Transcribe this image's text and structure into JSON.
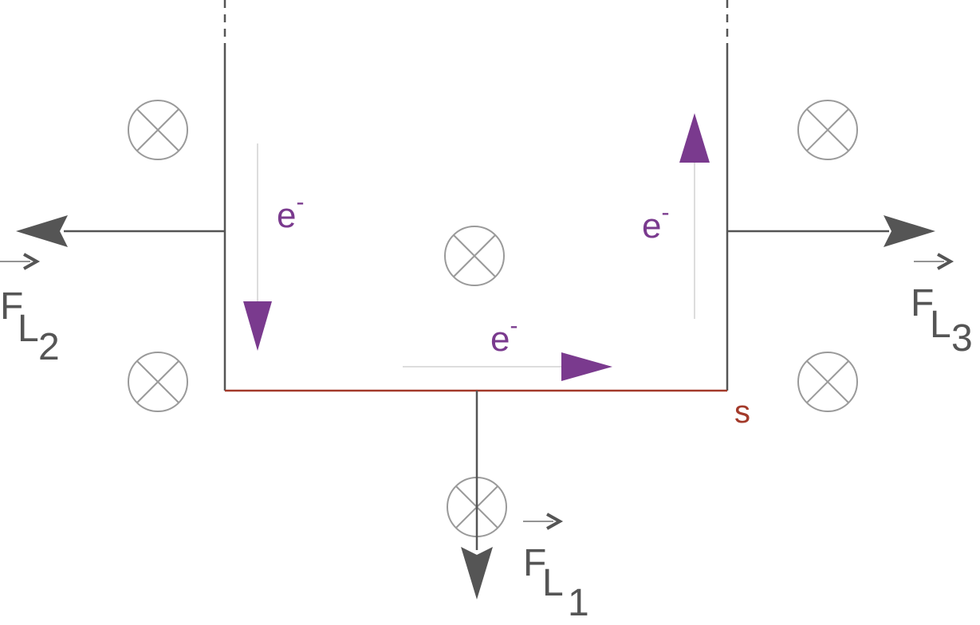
{
  "colors": {
    "conductor": "#555555",
    "force": "#555555",
    "electron": "#7a3a8e",
    "segment": "#a33a2a",
    "field_symbol": "#9a9a9a"
  },
  "field": {
    "symbol_icon": "field-into-page-icon"
  },
  "electrons": [
    {
      "base": "e",
      "sup": "-"
    },
    {
      "base": "e",
      "sup": "-"
    },
    {
      "base": "e",
      "sup": "-"
    }
  ],
  "segment_label": "s",
  "forces": [
    {
      "letter": "F",
      "sub": "L",
      "index": "2"
    },
    {
      "letter": "F",
      "sub": "L",
      "index": "3"
    },
    {
      "letter": "F",
      "sub": "L",
      "index": "1"
    }
  ]
}
